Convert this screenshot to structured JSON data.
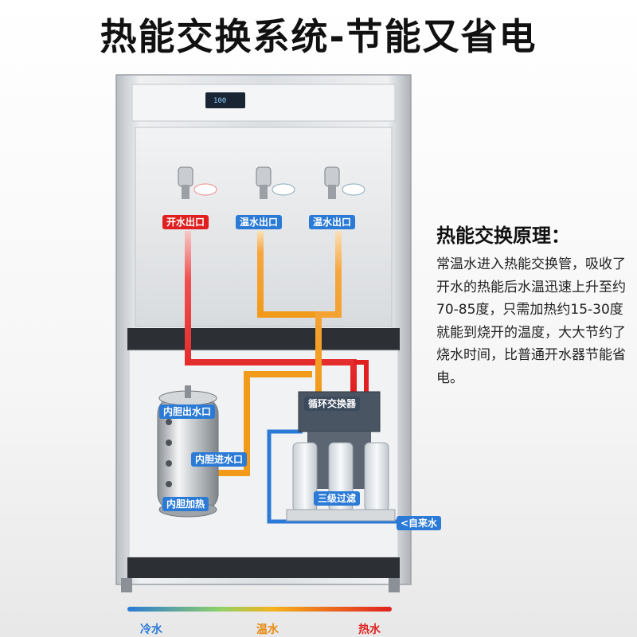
{
  "headline": "热能交换系统-节能又省电",
  "display": {
    "reading": "100"
  },
  "outlets": {
    "boiling": "开水出口",
    "warm_left": "温水出口",
    "warm_right": "温水出口"
  },
  "tank": {
    "outlet": "内胆出水口",
    "inlet": "内胆进水口",
    "heating": "内胆加热"
  },
  "exchanger": "循环交换器",
  "filter": "三级过滤",
  "tap_water": "<自来水",
  "principle": {
    "title": "热能交换原理：",
    "body": "常温水进入热能交换管，吸收了开水的热能后水温迅速上升至约70-85度，只需加热约15-30度就能到烧开的温度，大大节约了烧水时间，比普通开水器节能省电。"
  },
  "legend": {
    "cold": "冷水",
    "warm": "温水",
    "hot": "热水"
  },
  "colors": {
    "hot": "#e02020",
    "warm": "#f29a1a",
    "cold": "#2a7ad6",
    "steel": "#d9dcdf"
  }
}
